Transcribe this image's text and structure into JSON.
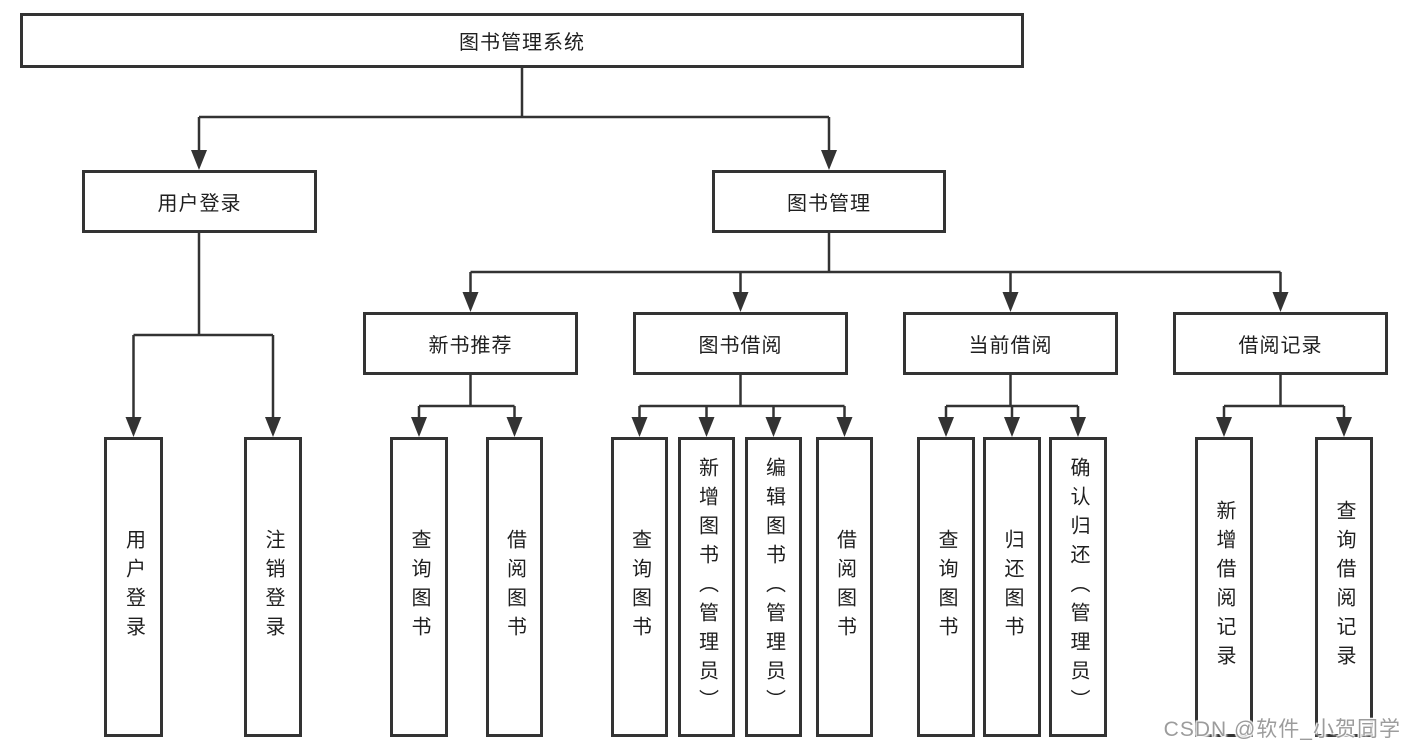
{
  "diagram": {
    "title": "图书管理系统",
    "level2": [
      {
        "label": "用户登录"
      },
      {
        "label": "图书管理"
      }
    ],
    "level3": [
      {
        "label": "新书推荐"
      },
      {
        "label": "图书借阅"
      },
      {
        "label": "当前借阅"
      },
      {
        "label": "借阅记录"
      }
    ],
    "leaves": [
      {
        "label": "用户登录"
      },
      {
        "label": "注销登录"
      },
      {
        "label": "查询图书"
      },
      {
        "label": "借阅图书"
      },
      {
        "label": "查询图书"
      },
      {
        "label": "新增图书（管理员）"
      },
      {
        "label": "编辑图书（管理员）"
      },
      {
        "label": "借阅图书"
      },
      {
        "label": "查询图书"
      },
      {
        "label": "归还图书"
      },
      {
        "label": "确认归还（管理员）"
      },
      {
        "label": "新增借阅记录"
      },
      {
        "label": "查询借阅记录"
      }
    ],
    "watermark": "CSDN @软件_小贺同学",
    "colors": {
      "line": "#333333",
      "text": "#1f1f1f",
      "watermark": "#9c9c9c",
      "background": "#ffffff"
    }
  }
}
